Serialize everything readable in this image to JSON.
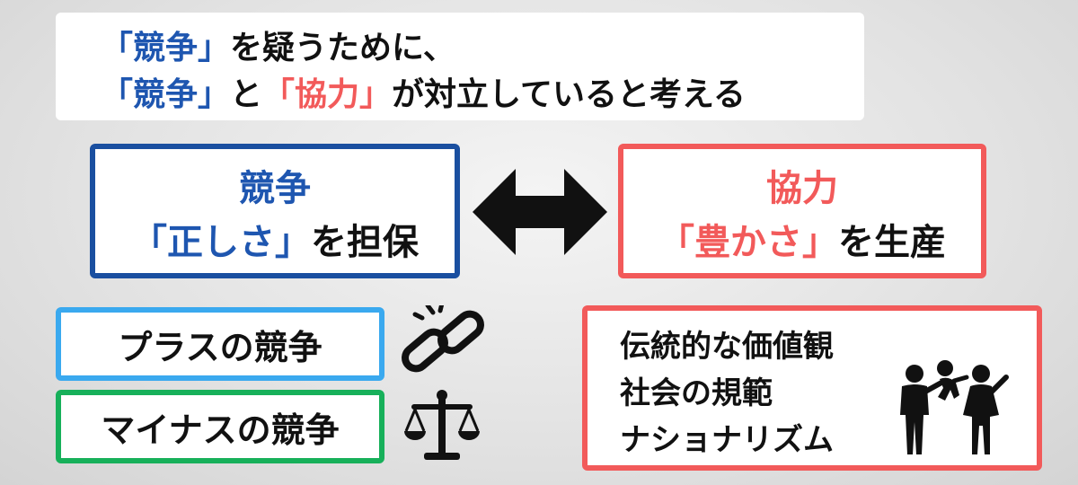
{
  "title": {
    "line1_q1": "「競争」",
    "line1_rest": "を疑うために、",
    "line2_q1": "「競争」",
    "line2_mid": "と",
    "line2_q2": "「協力」",
    "line2_rest": "が対立していると考える"
  },
  "competition": {
    "heading": "競争",
    "quote": "「正しさ」",
    "rest": "を担保"
  },
  "cooperation": {
    "heading": "協力",
    "quote": "「豊かさ」",
    "rest": "を生産"
  },
  "plus_label": "プラスの競争",
  "minus_label": "マイナスの競争",
  "info_lines": [
    "伝統的な価値観",
    "社会の規範",
    "ナショナリズム"
  ],
  "icons": [
    "double-arrow-icon",
    "broken-chain-icon",
    "scales-icon",
    "family-icon"
  ],
  "colors": {
    "blue": "#1e56b0",
    "red": "#f25a5a",
    "light_blue": "#3aa9ef",
    "green": "#17b05a"
  }
}
